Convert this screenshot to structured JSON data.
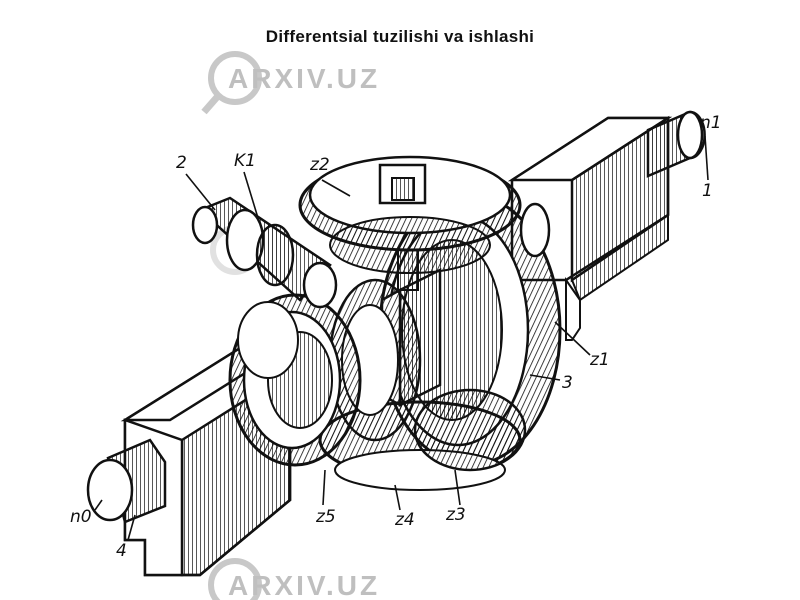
{
  "title": "Differentsial  tuzilishi va ishlashi",
  "watermark": "ARXIV.UZ",
  "labels": {
    "k1": "K1",
    "n1": "n1",
    "n0": "n0",
    "z1": "z1",
    "z2": "z2",
    "z3": "z3",
    "z4": "z4",
    "z5": "z5",
    "l1": "1",
    "l2": "2",
    "l3": "3",
    "l4": "4"
  },
  "colors": {
    "ink": "#111111",
    "paper": "#ffffff",
    "watermark": "#bfbfbf"
  }
}
